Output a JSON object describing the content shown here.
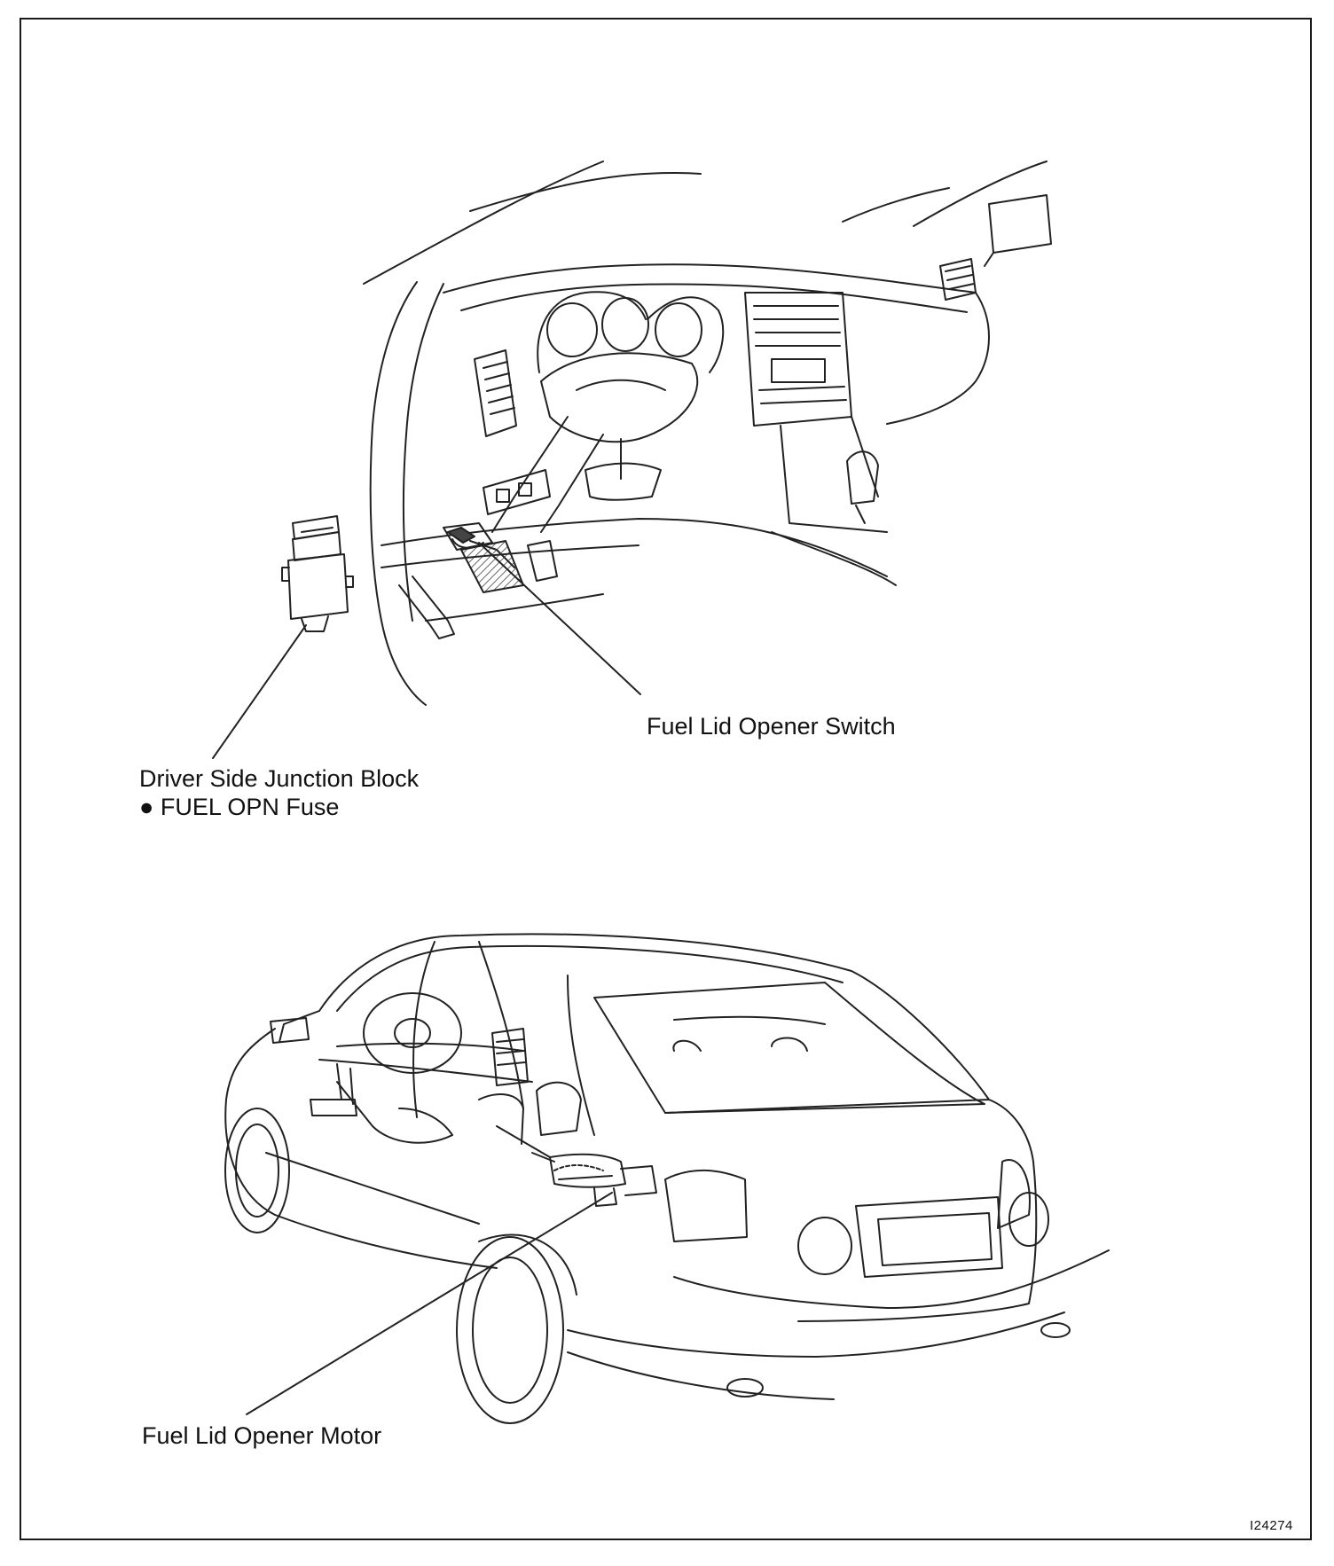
{
  "diagram": {
    "labels": {
      "fuel_lid_opener_switch": "Fuel Lid Opener Switch",
      "junction_block": "Driver Side Junction Block",
      "fuse_bullet": "●",
      "fuse": "FUEL OPN Fuse",
      "fuel_lid_opener_motor": "Fuel Lid Opener Motor"
    },
    "figure_id": "I24274"
  }
}
